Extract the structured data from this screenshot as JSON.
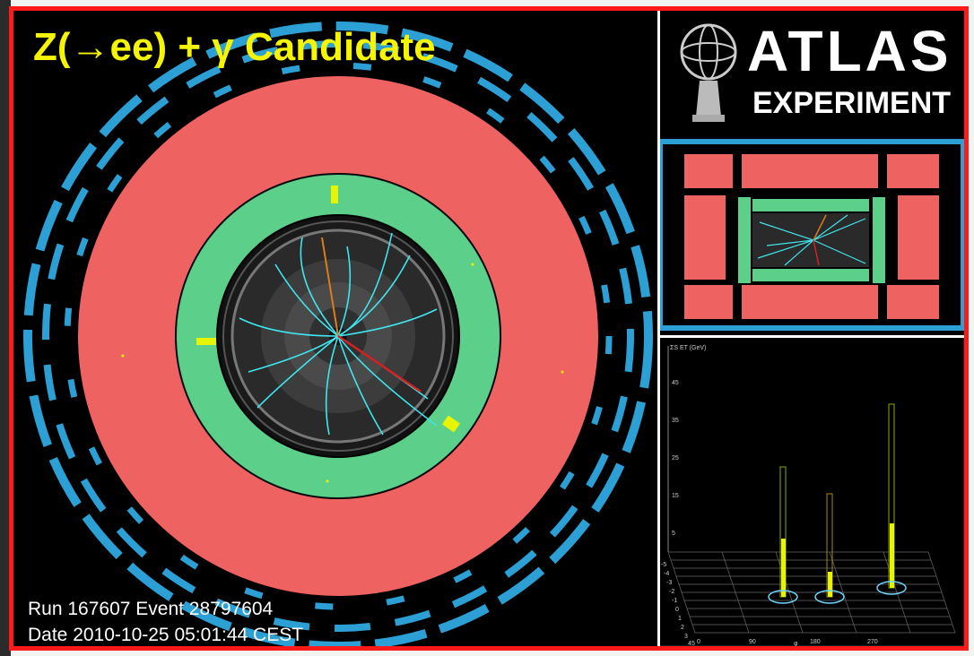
{
  "event_title": "Z(→ee) + γ Candidate",
  "run_info": {
    "line1": "Run 167607  Event 28797604",
    "line2": "Date 2010-10-25  05:01:44 CEST"
  },
  "logo": {
    "word1": "ATLAS",
    "word2": "EXPERIMENT"
  },
  "lego_plot": {
    "y_axis_label": "ΣS ET (GeV)",
    "y_ticks": [
      "45",
      "35",
      "25",
      "15",
      "5"
    ],
    "phi_ticks": [
      "0",
      "90",
      "180",
      "270"
    ],
    "phi_label": "φ",
    "eta_ticks": [
      "-5",
      "-4",
      "-3",
      "-2",
      "-1",
      "0",
      "1",
      "2",
      "3",
      "4",
      "5"
    ]
  },
  "colors": {
    "frame_border": "#ff1a1a",
    "title_yellow": "#f5f500",
    "calorimeter_red": "#ef6262",
    "calorimeter_green": "#5ccf8a",
    "muon_blue": "#2c9fd4",
    "track_cyan": "#3fe6f0",
    "deposit_yellow": "#e8f500"
  }
}
